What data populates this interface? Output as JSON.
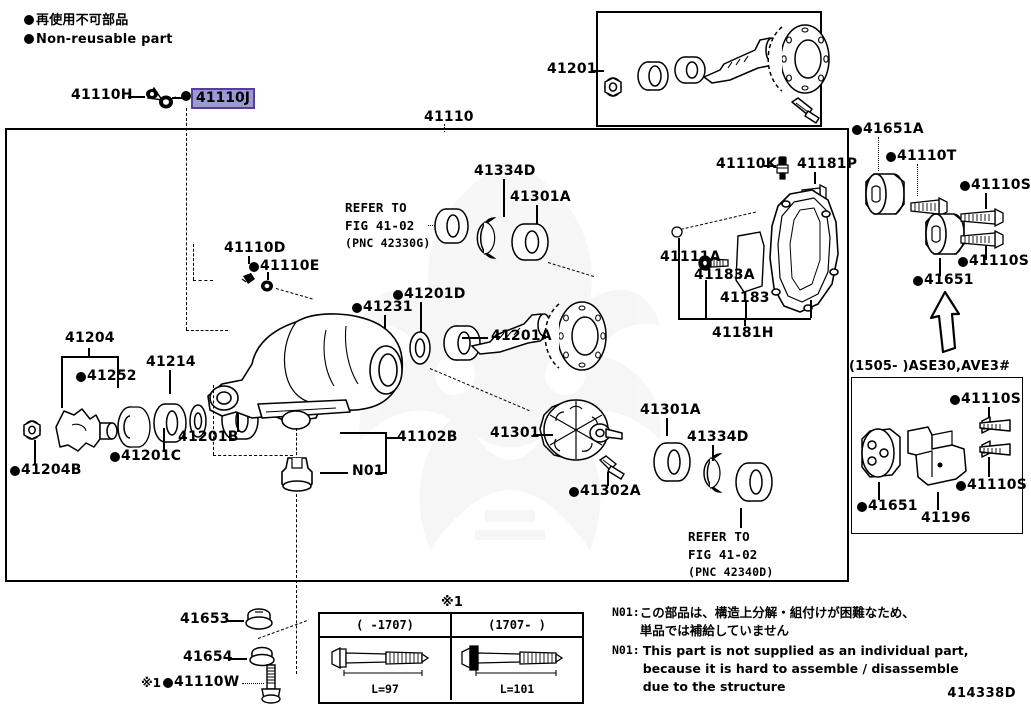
{
  "legend": {
    "jp": "再使用不可部品",
    "en": "Non-reusable part",
    "marker": "filled-circle"
  },
  "figure": {
    "code": "414338D",
    "main_group_label": "41110",
    "highlight_color": "#9a9ad4",
    "highlight_border": "#5a3c9a"
  },
  "highlighted_part": "41110J",
  "callouts": {
    "left_top": [
      {
        "id": "41110H",
        "nonreusable": false
      },
      {
        "id": "41110J",
        "nonreusable": true,
        "highlighted": true
      }
    ],
    "main": [
      {
        "id": "41110",
        "nonreusable": false
      },
      {
        "id": "41334D",
        "nonreusable": false
      },
      {
        "id": "41301A",
        "nonreusable": false
      },
      {
        "id": "41110D",
        "nonreusable": false
      },
      {
        "id": "41110E",
        "nonreusable": true
      },
      {
        "id": "41231",
        "nonreusable": true
      },
      {
        "id": "41201D",
        "nonreusable": true
      },
      {
        "id": "41201A",
        "nonreusable": false
      },
      {
        "id": "41204",
        "nonreusable": false
      },
      {
        "id": "41252",
        "nonreusable": true
      },
      {
        "id": "41214",
        "nonreusable": false
      },
      {
        "id": "41201B",
        "nonreusable": false
      },
      {
        "id": "41201C",
        "nonreusable": true
      },
      {
        "id": "41204B",
        "nonreusable": true
      },
      {
        "id": "41102B",
        "nonreusable": false
      },
      {
        "id": "41301",
        "nonreusable": false
      },
      {
        "id": "41302A",
        "nonreusable": true
      },
      {
        "id": "41301A",
        "nonreusable": false
      },
      {
        "id": "41334D",
        "nonreusable": false
      },
      {
        "id": "41110K",
        "nonreusable": false
      },
      {
        "id": "41181P",
        "nonreusable": false
      },
      {
        "id": "41111A",
        "nonreusable": false
      },
      {
        "id": "41183A",
        "nonreusable": false
      },
      {
        "id": "41183",
        "nonreusable": false
      },
      {
        "id": "41181H",
        "nonreusable": false
      }
    ],
    "right": [
      {
        "id": "41651A",
        "nonreusable": true
      },
      {
        "id": "41110T",
        "nonreusable": true
      },
      {
        "id": "41110S",
        "nonreusable": true
      },
      {
        "id": "41651",
        "nonreusable": true
      }
    ],
    "bottom_left": [
      {
        "id": "41653",
        "nonreusable": false
      },
      {
        "id": "41654",
        "nonreusable": false
      },
      {
        "id": "41110W",
        "nonreusable": true,
        "kome": "※1"
      }
    ]
  },
  "labels": {
    "l_41110H": "41110H",
    "l_41110J": "41110J",
    "l_41110": "41110",
    "l_41201_inset": "41201",
    "l_41334D_a": "41334D",
    "l_41301A_a": "41301A",
    "l_41110D": "41110D",
    "l_41110E": "41110E",
    "l_41231": "41231",
    "l_41201D": "41201D",
    "l_41201A": "41201A",
    "l_41204": "41204",
    "l_41252": "41252",
    "l_41214": "41214",
    "l_41201B": "41201B",
    "l_41201C": "41201C",
    "l_41204B": "41204B",
    "l_41102B": "41102B",
    "l_N01_a": "N01",
    "l_41301": "41301",
    "l_41302A": "41302A",
    "l_41301A_b": "41301A",
    "l_41334D_b": "41334D",
    "l_41110K": "41110K",
    "l_41181P": "41181P",
    "l_41111A": "41111A",
    "l_41183A": "41183A",
    "l_41183": "41183",
    "l_41181H": "41181H",
    "l_41651A": "41651A",
    "l_41110T": "41110T",
    "l_41110S_1": "41110S",
    "l_41110S_2": "41110S",
    "l_41651_r": "41651",
    "l_41110S_3": "41110S",
    "l_41110S_4": "41110S",
    "l_41651_b": "41651",
    "l_41196": "41196",
    "l_41653": "41653",
    "l_41654": "41654",
    "l_41110W": "41110W",
    "kome1_a": "※1",
    "kome1_b": "※1"
  },
  "refer_notes": {
    "upper": {
      "line1": "REFER TO",
      "line2": "FIG 41-02",
      "line3": "(PNC 42330G)"
    },
    "lower": {
      "line1": "REFER TO",
      "line2": "FIG 41-02",
      "line3": "(PNC 42340D)"
    }
  },
  "variant_header": "(1505-       )ASE30,AVE3#",
  "bolt_table": {
    "title": "※1",
    "columns": [
      {
        "header": "(      -1707)",
        "length": "L=97"
      },
      {
        "header": "(1707-     )",
        "length": "L=101"
      }
    ]
  },
  "n01_note": {
    "tag": "N01",
    "jp_line1": "この部品は、構造上分解・組付けが困難なため、",
    "jp_line2": "単品では補給していません",
    "en_line1": "This part is not supplied as an individual part,",
    "en_line2": "because it is hard to assemble / disassemble",
    "en_line3": "due to the structure"
  }
}
